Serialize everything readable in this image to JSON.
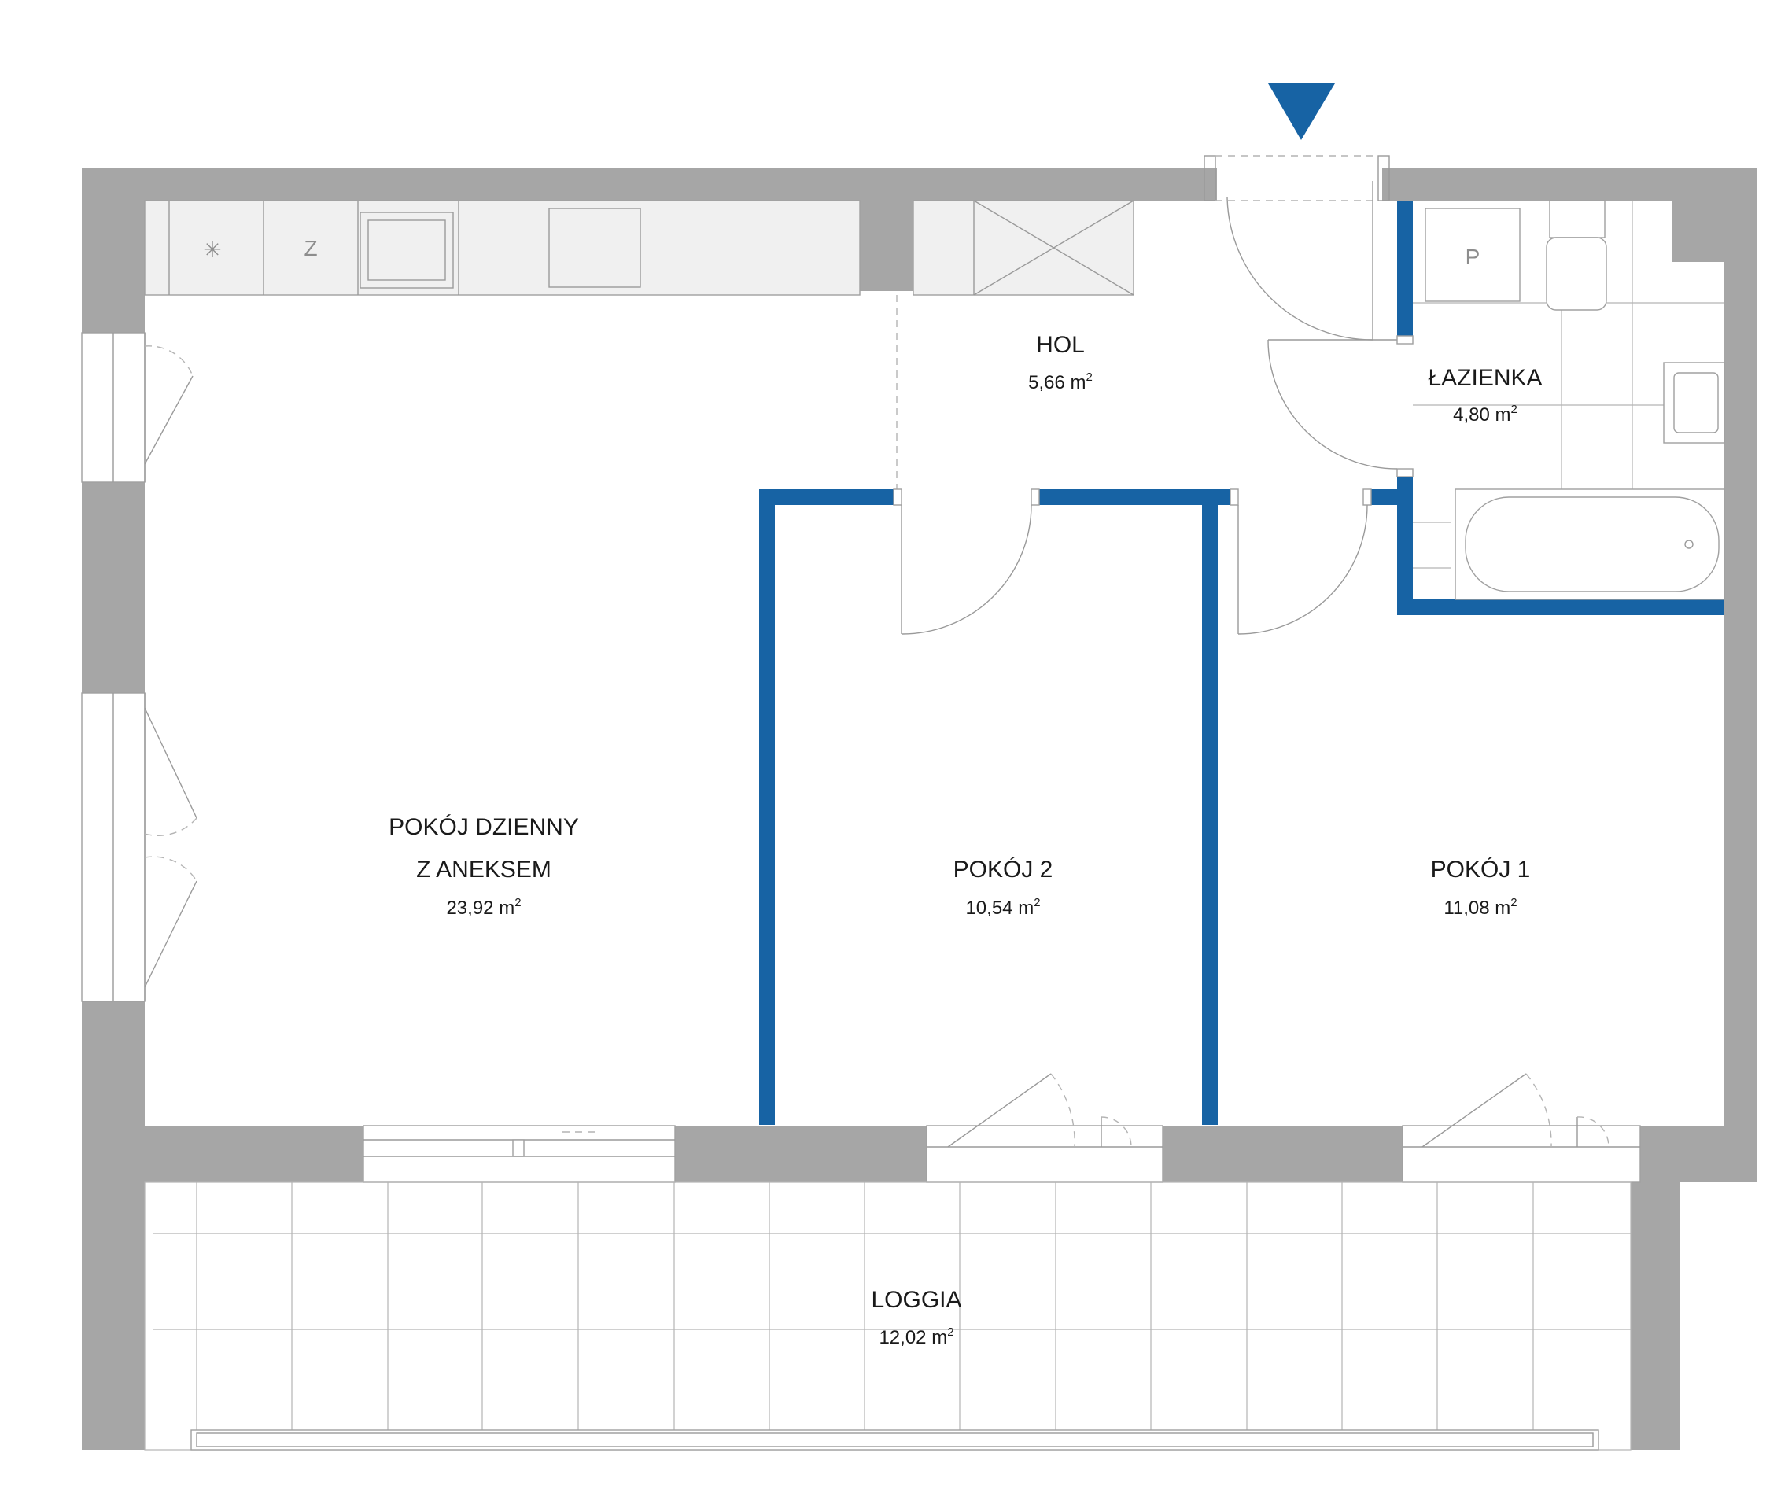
{
  "rooms": [
    {
      "id": "pokoj-dzienny",
      "name_line1": "POKÓJ DZIENNY",
      "name_line2": "Z ANEKSEM",
      "area": "23,92",
      "unit": "m",
      "unit_sup": "2"
    },
    {
      "id": "hol",
      "name_line1": "HOL",
      "area": "5,66",
      "unit": "m",
      "unit_sup": "2"
    },
    {
      "id": "lazienka",
      "name_line1": "ŁAZIENKA",
      "area": "4,80",
      "unit": "m",
      "unit_sup": "2"
    },
    {
      "id": "pokoj-2",
      "name_line1": "POKÓJ 2",
      "area": "10,54",
      "unit": "m",
      "unit_sup": "2"
    },
    {
      "id": "pokoj-1",
      "name_line1": "POKÓJ 1",
      "area": "11,08",
      "unit": "m",
      "unit_sup": "2"
    },
    {
      "id": "loggia",
      "name_line1": "LOGGIA",
      "area": "12,02",
      "unit": "m",
      "unit_sup": "2"
    }
  ],
  "symbols": {
    "fridge": "Z",
    "washer": "P",
    "cooktop": "✳"
  },
  "entrance": {
    "icon": "entrance-arrow-icon"
  },
  "colors": {
    "walls": "#a6a6a6",
    "partitions": "#1763a4",
    "fixtures": "#f0f0f0",
    "lines": "#9a9a9a"
  }
}
